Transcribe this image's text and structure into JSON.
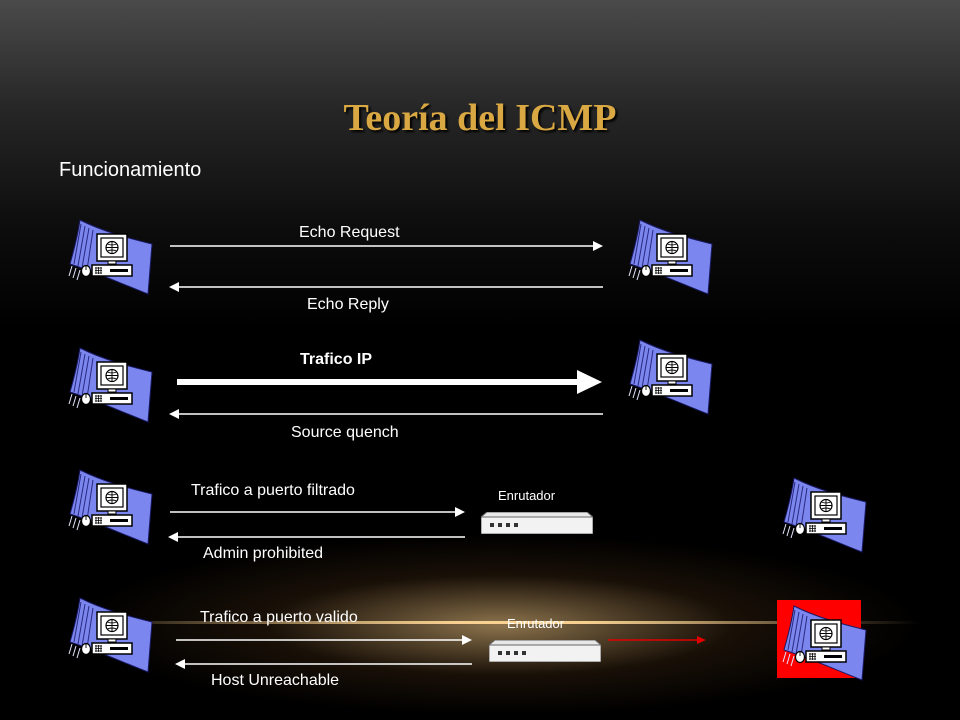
{
  "slide": {
    "title": "Teoría del ICMP",
    "subtitle": "Funcionamiento"
  },
  "scenarios": [
    {
      "forward_label": "Echo Request",
      "reply_label": "Echo Reply"
    },
    {
      "forward_label": "Trafico IP",
      "reply_label": "Source quench"
    },
    {
      "forward_label": "Trafico a puerto filtrado",
      "reply_label": "Admin prohibited",
      "router_label": "Enrutador"
    },
    {
      "forward_label": "Trafico a puerto valido",
      "reply_label": "Host Unreachable",
      "router_label": "Enrutador"
    }
  ],
  "icons": {
    "computer": "desktop-computer-icon",
    "router": "router-icon"
  },
  "colors": {
    "title": "#d9a843",
    "computer_blue": "#7b86ee",
    "highlight_red": "#ff0000",
    "arrow_white": "#ffffff",
    "arrow_red": "#e00000"
  }
}
